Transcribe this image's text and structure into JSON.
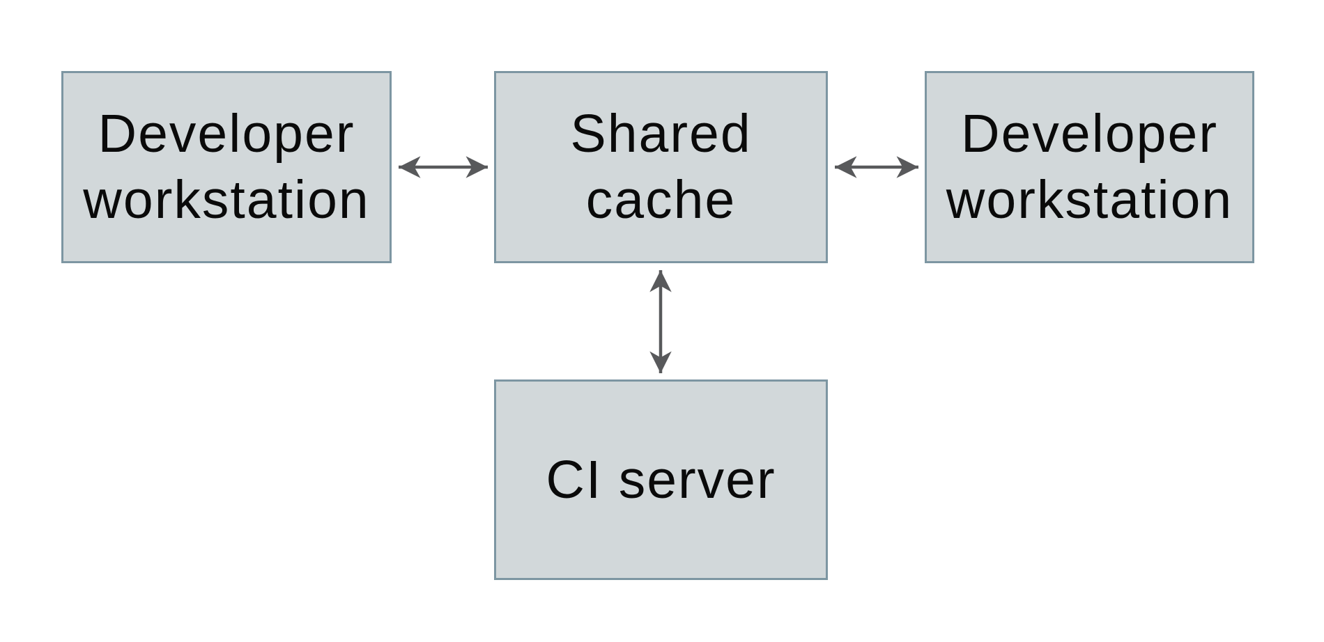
{
  "diagram": {
    "background_color": "#ffffff",
    "node_fill_color": "#d2d8da",
    "node_border_color": "#7d96a2",
    "arrow_color": "#58595b",
    "text_color": "#0a0a0a",
    "nodes": {
      "dev_left": {
        "label": "Developer\nworkstation"
      },
      "shared_cache": {
        "label": "Shared\ncache"
      },
      "dev_right": {
        "label": "Developer\nworkstation"
      },
      "ci_server": {
        "label": "CI server"
      }
    },
    "edges": [
      {
        "from": "Developer workstation (left)",
        "to": "Shared cache",
        "style": "double-headed arrow"
      },
      {
        "from": "Shared cache",
        "to": "Developer workstation (right)",
        "style": "double-headed arrow"
      },
      {
        "from": "Shared cache",
        "to": "CI server",
        "style": "double-headed arrow"
      }
    ]
  }
}
